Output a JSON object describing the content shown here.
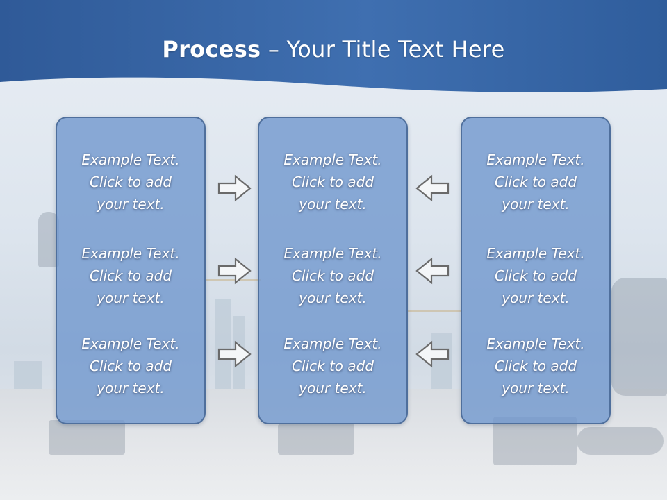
{
  "title": {
    "bold": "Process",
    "rest": " – Your Title Text Here"
  },
  "columns": [
    {
      "items": [
        [
          "Example Text.",
          "Click  to add",
          "your text."
        ],
        [
          "Example Text.",
          "Click  to add",
          "your text."
        ],
        [
          "Example Text.",
          "Click  to add",
          "your text."
        ]
      ]
    },
    {
      "items": [
        [
          "Example Text.",
          "Click  to add",
          "your text."
        ],
        [
          "Example Text.",
          "Click  to add",
          "your text."
        ],
        [
          "Example Text.",
          "Click  to add",
          "your text."
        ]
      ]
    },
    {
      "items": [
        [
          "Example Text.",
          "Click  to add",
          "your text."
        ],
        [
          "Example Text.",
          "Click  to add",
          "your text."
        ],
        [
          "Example Text.",
          "Click  to add",
          "your text."
        ]
      ]
    }
  ],
  "colors": {
    "header_blue": "#3b68a8",
    "box_fill": "#6e96cd",
    "box_border": "#4f6f9c",
    "arrow_stroke": "#666666"
  },
  "arrows": {
    "left_group": "right-arrow-icon",
    "right_group": "left-arrow-icon"
  }
}
